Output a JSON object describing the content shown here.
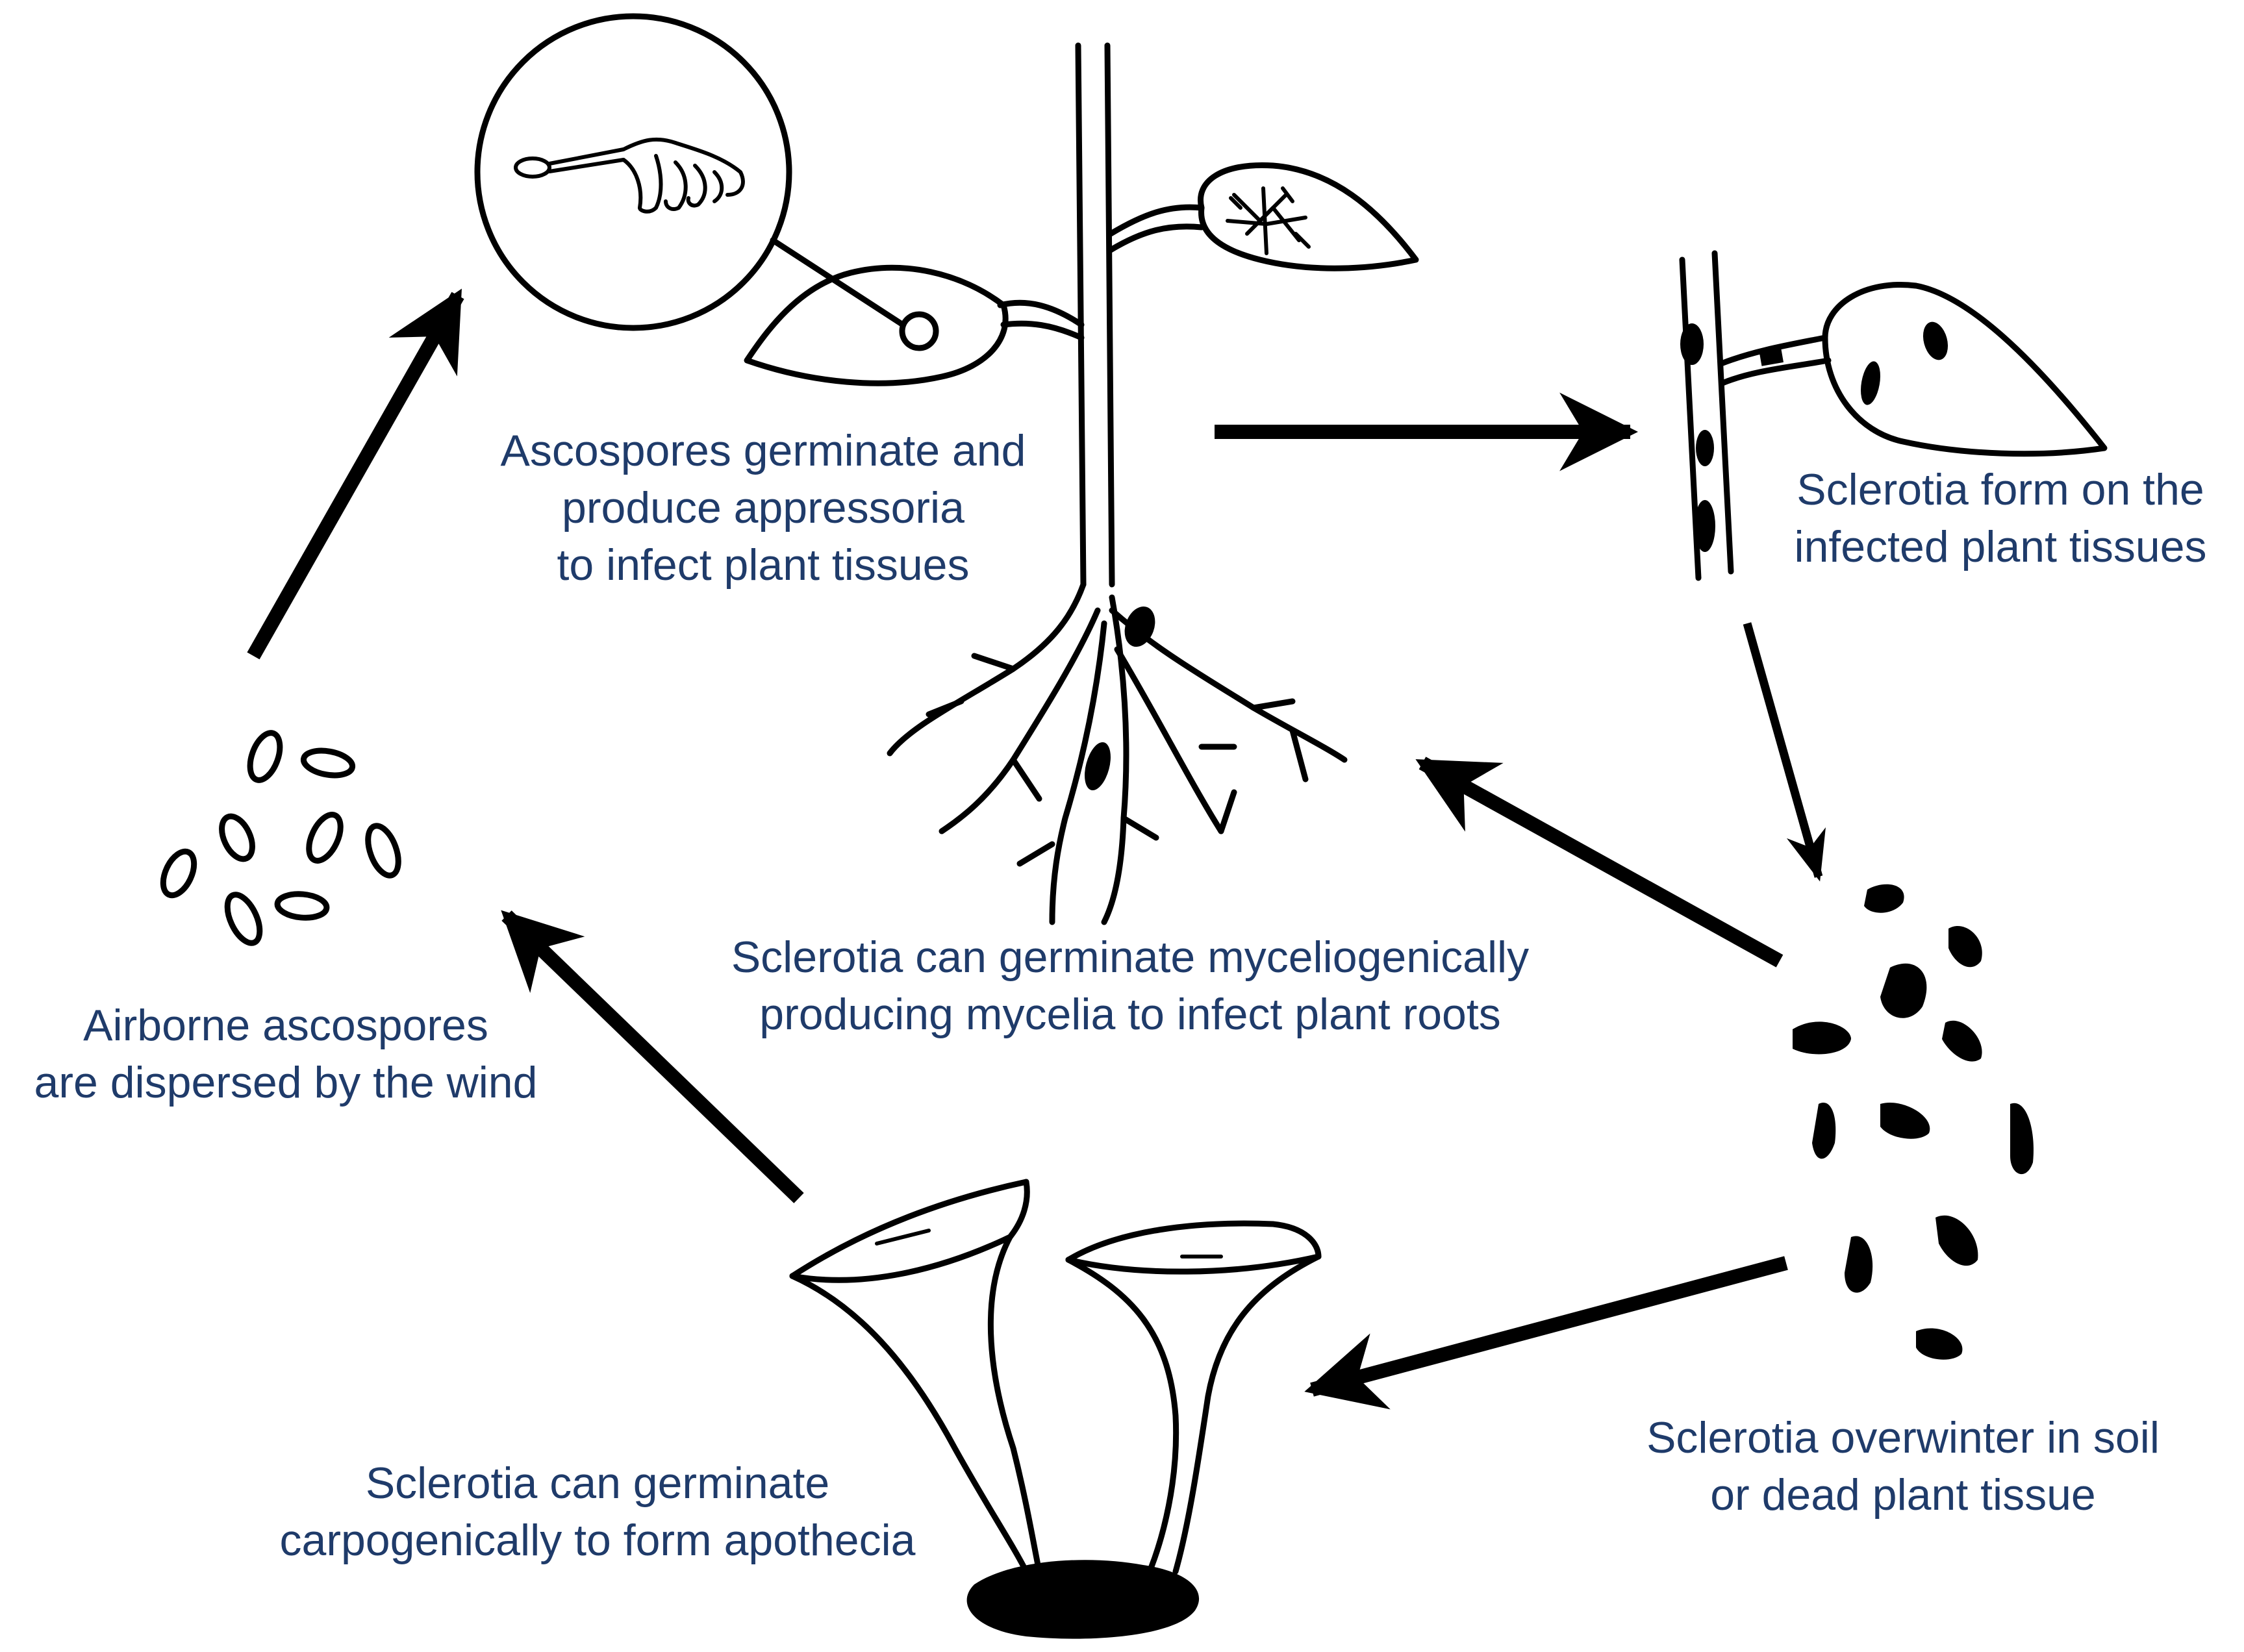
{
  "labels": {
    "ascospores_germinate": [
      "Ascospores germinate and",
      "produce appressoria",
      "to infect plant tissues"
    ],
    "sclerotia_form": [
      "Sclerotia form on the",
      "infected plant tissues"
    ],
    "myceliogenic": [
      "Sclerotia can germinate myceliogenically",
      "producing mycelia to infect plant roots"
    ],
    "airborne": [
      "Airborne ascospores",
      "are dispersed by the wind"
    ],
    "overwinter": [
      "Sclerotia overwinter in soil",
      "or dead plant tissue"
    ],
    "carpogenic": [
      "Sclerotia can germinate",
      "carpogenically to form apothecia"
    ]
  },
  "colors": {
    "label_text": "#1f3b6a",
    "ink": "#000000",
    "background": "#ffffff"
  }
}
